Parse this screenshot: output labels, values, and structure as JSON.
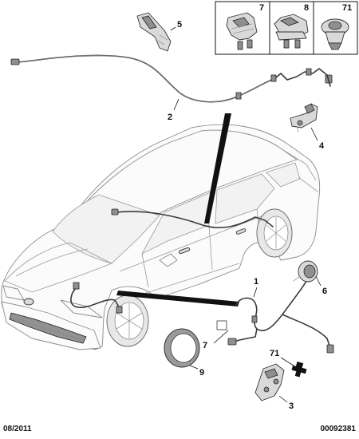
{
  "inset_boxes": [
    {
      "id": "clip-7",
      "label": "7"
    },
    {
      "id": "clip-8",
      "label": "8"
    },
    {
      "id": "grommet-71",
      "label": "71"
    }
  ],
  "callouts": {
    "c1": "1",
    "c2": "2",
    "c3": "3",
    "c4": "4",
    "c5": "5",
    "c6": "6",
    "c7": "7",
    "c9": "9",
    "c71": "71"
  },
  "footer": {
    "date": "08/2011",
    "reference": "00092381"
  }
}
